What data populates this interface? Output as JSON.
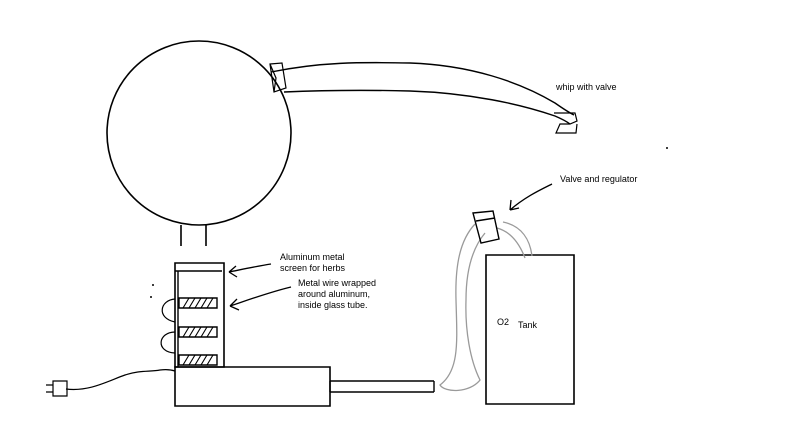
{
  "labels": {
    "whip": "whip  with valve",
    "valve_regulator": "Valve and regulator",
    "screen": [
      "Aluminum metal",
      "screen for herbs"
    ],
    "wire": [
      "Metal wire wrapped",
      "around aluminum,",
      "inside glass tube."
    ],
    "o2": "O2",
    "tank": "Tank"
  },
  "colors": {
    "ink": "#000000",
    "hose": "#9a9a9a",
    "background": "#ffffff"
  }
}
